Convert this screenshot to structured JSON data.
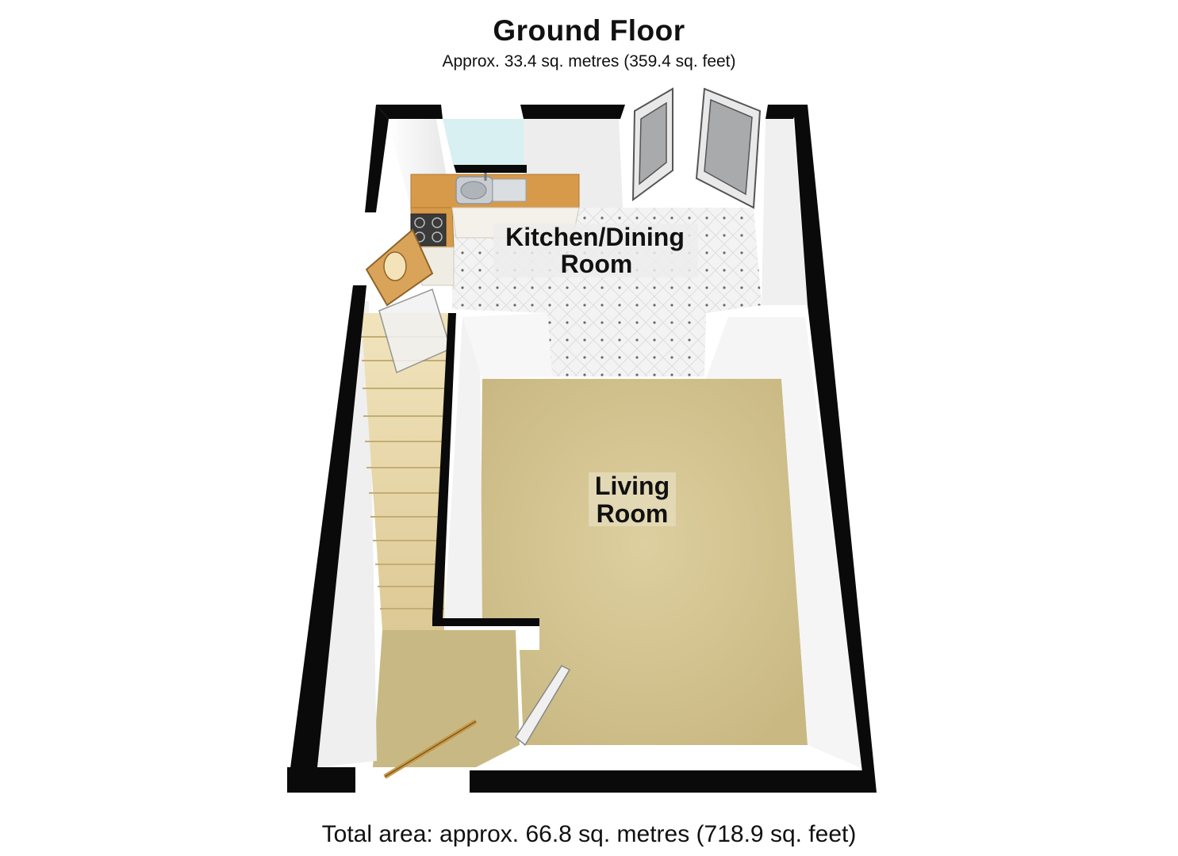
{
  "plan": {
    "title": "Ground Floor",
    "subtitle": "Approx. 33.4 sq. metres (359.4 sq. feet)",
    "footer": "Total area: approx. 66.8 sq. metres (718.9 sq. feet)"
  },
  "rooms": {
    "kitchen": {
      "line1": "Kitchen/Dining",
      "line2": "Room"
    },
    "living": {
      "line1": "Living",
      "line2": "Room"
    }
  },
  "colors": {
    "wall": "#0a0a0a",
    "wall_face": "#f4f4f4",
    "carpet": "#d8c99a",
    "tile": "#f2f2f2",
    "worktop": "#d69a4a",
    "stairs": "#e8d7a8",
    "door_wood": "#d9a45a"
  }
}
